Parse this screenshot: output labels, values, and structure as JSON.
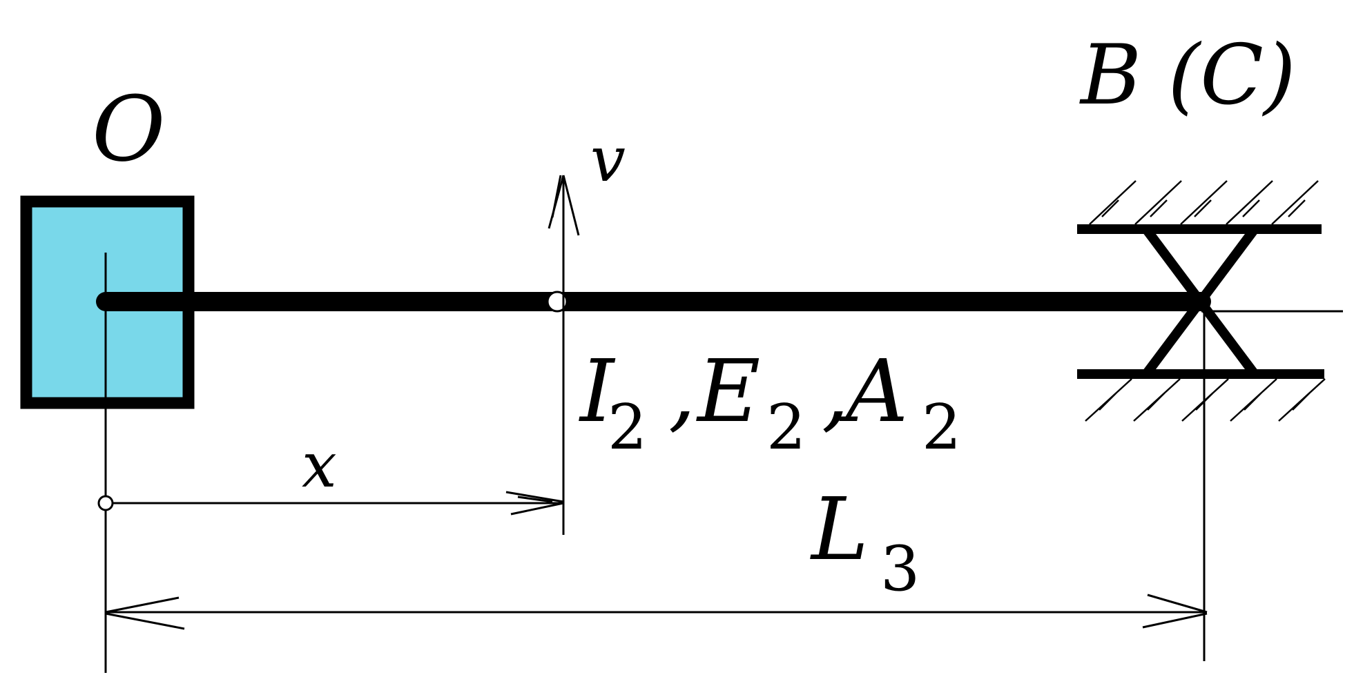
{
  "labels": {
    "node_o": "O",
    "node_bc": "B (C)",
    "velocity": "v",
    "coordinate_x": "x",
    "length_main": "L",
    "length_sub": "3",
    "prop_i": "I",
    "prop_e": "E",
    "prop_a": "A",
    "prop_sub": "2",
    "prop_sep": ","
  },
  "colors": {
    "mass_fill": "#79d8ea",
    "ink": "#000000",
    "background": "#ffffff"
  }
}
